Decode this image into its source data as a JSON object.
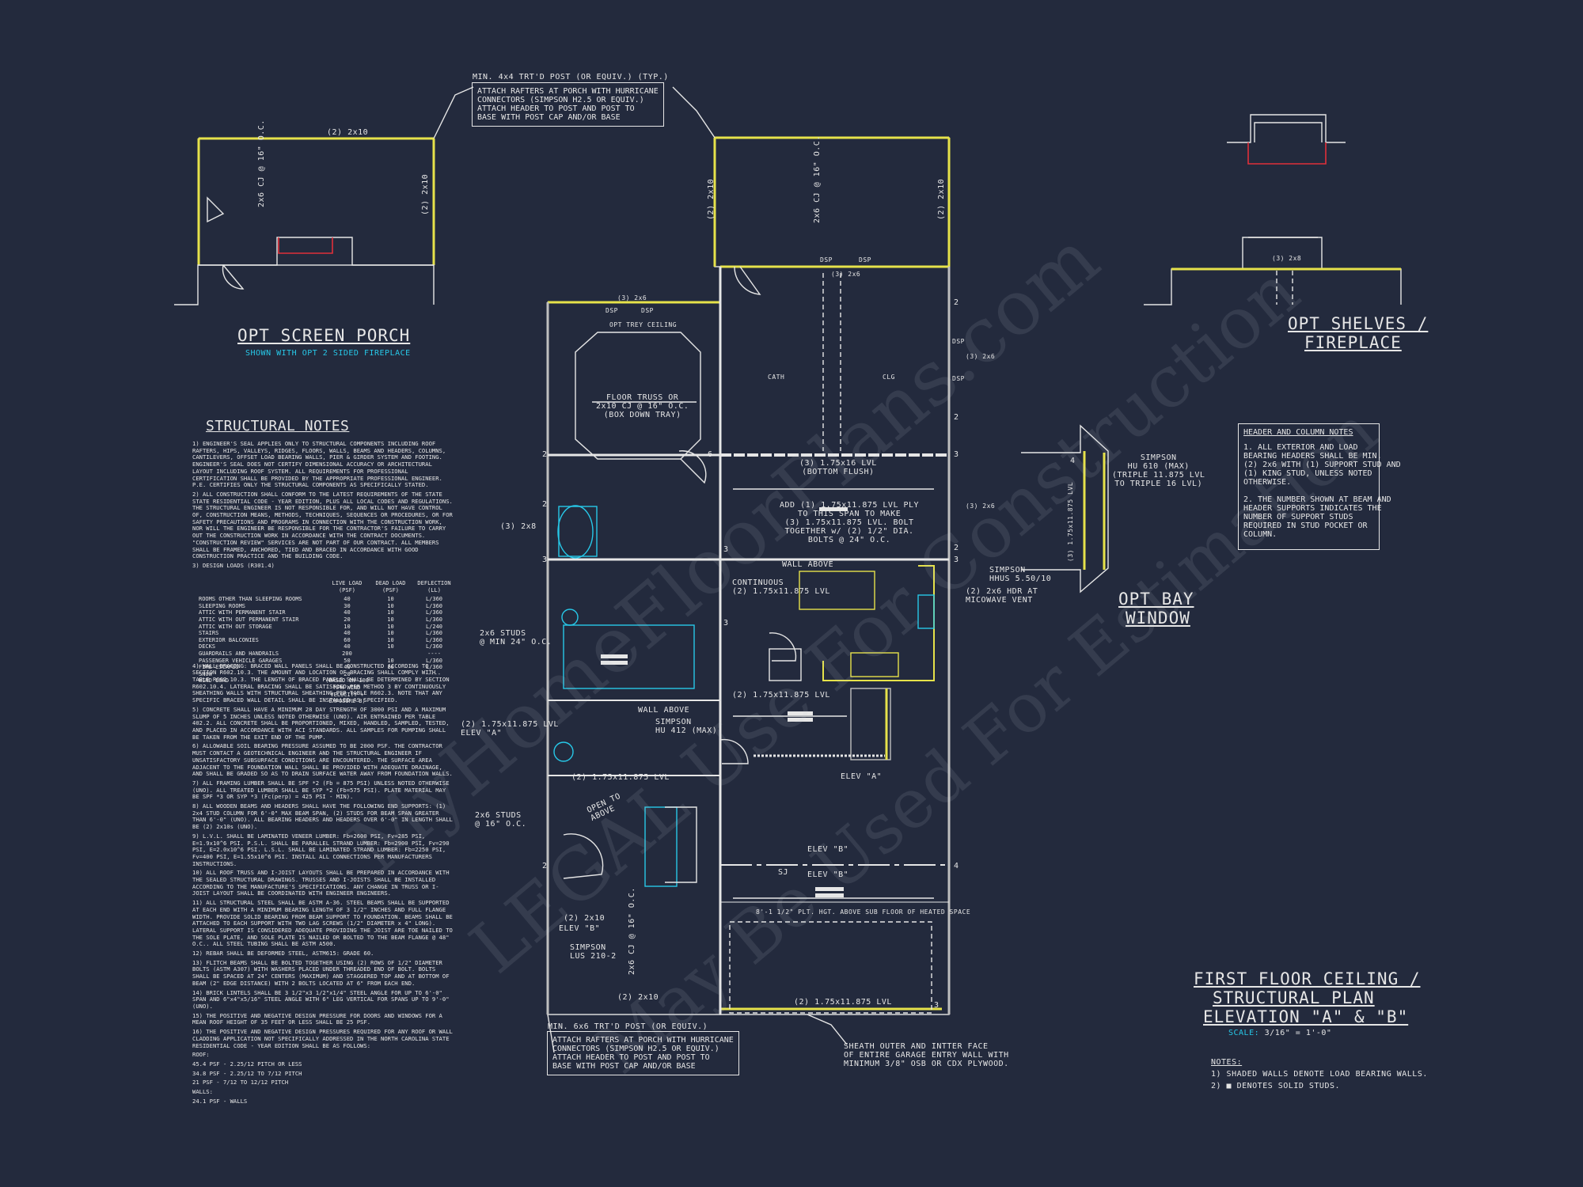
{
  "titles": {
    "screen_porch": "OPT SCREEN PORCH",
    "screen_porch_sub": "SHOWN WITH OPT 2 SIDED FIREPLACE",
    "shelves_line1": "OPT SHELVES /",
    "shelves_line2": "FIREPLACE",
    "bay_line1": "OPT BAY",
    "bay_line2": "WINDOW",
    "plan_line1": "FIRST FLOOR CEILING /",
    "plan_line2": "STRUCTURAL PLAN",
    "plan_line3": "ELEVATION \"A\" & \"B\"",
    "scale_label": "SCALE:",
    "scale_value": "3/16\" = 1'-0\""
  },
  "callouts": {
    "post_top": "MIN. 4x4 TRT'D POST (OR EQUIV.) (TYP.)",
    "post_top_box": "ATTACH RAFTERS AT PORCH WITH HURRICANE\nCONNECTORS (SIMPSON H2.5 OR EQUIV.)\nATTACH HEADER TO POST AND POST TO\nBASE WITH POST CAP AND/OR BASE",
    "post_bottom": "MIN. 6x6 TRT'D POST (OR EQUIV.)",
    "post_bottom_box": "ATTACH RAFTERS AT PORCH WITH HURRICANE\nCONNECTORS (SIMPSON H2.5 OR EQUIV.)\nATTACH HEADER TO POST AND POST TO\nBASE WITH POST CAP AND/OR BASE",
    "sheath": "SHEATH OUTER AND INTTER FACE\nOF ENTIRE GARAGE ENTRY WALL WITH\nMINIMUM 3/8\" OSB OR CDX PLYWOOD."
  },
  "header_notes": {
    "title": "HEADER AND COLUMN NOTES",
    "body": "1. ALL EXTERIOR AND LOAD\nBEARING HEADERS SHALL BE MIN.\n(2) 2x6 WITH (1) SUPPORT STUD AND\n(1) KING STUD, UNLESS NOTED\nOTHERWISE.\n\n2. THE NUMBER SHOWN AT BEAM AND\nHEADER SUPPORTS INDICATES THE\nNUMBER OF SUPPORT STUDS\nREQUIRED IN STUD POCKET OR\nCOLUMN."
  },
  "legend_notes": {
    "title": "NOTES:",
    "line1": "1) SHADED WALLS DENOTE LOAD BEARING WALLS.",
    "line2": "2) ■ DENOTES SOLID STUDS."
  },
  "structural_notes": {
    "title": "STRUCTURAL NOTES",
    "items": [
      "1) ENGINEER'S SEAL APPLIES ONLY TO STRUCTURAL COMPONENTS INCLUDING ROOF RAFTERS, HIPS, VALLEYS, RIDGES, FLOORS, WALLS, BEAMS AND HEADERS, COLUMNS, CANTILEVERS, OFFSET LOAD BEARING WALLS, PIER & GIRDER SYSTEM AND FOOTING. ENGINEER'S SEAL DOES NOT CERTIFY DIMENSIONAL ACCURACY OR ARCHITECTURAL LAYOUT INCLUDING ROOF SYSTEM. ALL REQUIREMENTS FOR PROFESSIONAL CERTIFICATION SHALL BE PROVIDED BY THE APPROPRIATE PROFESSIONAL ENGINEER. P.E. CERTIFIES ONLY THE STRUCTURAL COMPONENTS AS SPECIFICALLY STATED.",
      "2) ALL CONSTRUCTION SHALL CONFORM TO THE LATEST REQUIREMENTS OF THE STATE STATE RESIDENTIAL CODE - YEAR EDITION, PLUS ALL LOCAL CODES AND REGULATIONS. THE STRUCTURAL ENGINEER IS NOT RESPONSIBLE FOR, AND WILL NOT HAVE CONTROL OF, CONSTRUCTION MEANS, METHODS, TECHNIQUES, SEQUENCES OR PROCEDURES, OR FOR SAFETY PRECAUTIONS AND PROGRAMS IN CONNECTION WITH THE CONSTRUCTION WORK, NOR WILL THE ENGINEER BE RESPONSIBLE FOR THE CONTRACTOR'S FAILURE TO CARRY OUT THE CONSTRUCTION WORK IN ACCORDANCE WITH THE CONTRACT DOCUMENTS. \"CONSTRUCTION REVIEW\" SERVICES ARE NOT PART OF OUR CONTRACT. ALL MEMBERS SHALL BE FRAMED, ANCHORED, TIED AND BRACED IN ACCORDANCE WITH GOOD CONSTRUCTION PRACTICE AND THE BUILDING CODE.",
      "3) DESIGN LOADS (R301.4)",
      "4) WALL BRACING: BRACED WALL PANELS SHALL BE CONSTRUCTED ACCORDING TO SECTION R602.10.3. THE AMOUNT AND LOCATION OF BRACING SHALL COMPLY WITH TABLE R602.10.3. THE LENGTH OF BRACED PANELS SHALL BE DETERMINED BY SECTION R602.10.4. LATERAL BRACING SHALL BE SATISFIED PER METHOD 3 BY CONTINUOUSLY SHEATHING WALLS WITH STRUCTURAL SHEATHING PER TABLE R602.3. NOTE THAT ANY SPECIFIC BRACED WALL DETAIL SHALL BE INSTALLED AS SPECIFIED.",
      "5) CONCRETE SHALL HAVE A MINIMUM 28 DAY STRENGTH OF 3000 PSI AND A MAXIMUM SLUMP OF 5 INCHES UNLESS NOTED OTHERWISE (UNO). AIR ENTRAINED PER TABLE 402.2. ALL CONCRETE SHALL BE PROPORTIONED, MIXED, HANDLED, SAMPLED, TESTED, AND PLACED IN ACCORDANCE WITH ACI STANDARDS. ALL SAMPLES FOR PUMPING SHALL BE TAKEN FROM THE EXIT END OF THE PUMP.",
      "6) ALLOWABLE SOIL BEARING PRESSURE ASSUMED TO BE 2000 PSF. THE CONTRACTOR MUST CONTACT A GEOTECHNICAL ENGINEER AND THE STRUCTURAL ENGINEER IF UNSATISFACTORY SUBSURFACE CONDITIONS ARE ENCOUNTERED. THE SURFACE AREA ADJACENT TO THE FOUNDATION WALL SHALL BE PROVIDED WITH ADEQUATE DRAINAGE, AND SHALL BE GRADED SO AS TO DRAIN SURFACE WATER AWAY FROM FOUNDATION WALLS.",
      "7) ALL FRAMING LUMBER SHALL BE SPF *2 (Fb = 875 PSI) UNLESS NOTED OTHERWISE (UNO). ALL TREATED LUMBER SHALL BE SYP *2 (Fb=575 PSI). PLATE MATERIAL MAY BE SPF *3 OR SYP *3 (Fc(perp) = 425 PSI - MIN).",
      "8) ALL WOODEN BEAMS AND HEADERS SHALL HAVE THE FOLLOWING END SUPPORTS: (1) 2x4 STUD COLUMN FOR 6'-0\" MAX BEAM SPAN, (2) STUDS FOR BEAM SPAN GREATER THAN 6'-0\" (UNO). ALL BEARING HEADERS AND HEADERS OVER 6'-0\" IN LENGTH SHALL BE (2) 2x10s (UNO).",
      "9) L.V.L. SHALL BE LAMINATED VENEER LUMBER: Fb=2600 PSI, Fv=285 PSI, E=1.9x10^6 PSI. P.S.L. SHALL BE PARALLEL STRAND LUMBER: Fb=2900 PSI, Fv=290 PSI, E=2.0x10^6 PSI. L.S.L. SHALL BE LAMINATED STRAND LUMBER: Fb=2250 PSI, Fv=400 PSI, E=1.55x10^6 PSI. INSTALL ALL CONNECTIONS PER MANUFACTURERS INSTRUCTIONS.",
      "10) ALL ROOF TRUSS AND I-JOIST LAYOUTS SHALL BE PREPARED IN ACCORDANCE WITH THE SEALED STRUCTURAL DRAWINGS. TRUSSES AND I-JOISTS SHALL BE INSTALLED ACCORDING TO THE MANUFACTURE'S SPECIFICATIONS. ANY CHANGE IN TRUSS OR I-JOIST LAYOUT SHALL BE COORDINATED WITH ENGINEER ENGINEERS.",
      "11) ALL STRUCTURAL STEEL SHALL BE ASTM A-36. STEEL BEAMS SHALL BE SUPPORTED AT EACH END WITH A MINIMUM BEARING LENGTH OF 3 1/2\" INCHES AND FULL FLANGE WIDTH. PROVIDE SOLID BEARING FROM BEAM SUPPORT TO FOUNDATION. BEAMS SHALL BE ATTACHED TO EACH SUPPORT WITH TWO LAG SCREWS (1/2\" DIAMETER x 4\" LONG). LATERAL SUPPORT IS CONSIDERED ADEQUATE PROVIDING THE JOIST ARE TOE NAILED TO THE SOLE PLATE, AND SOLE PLATE IS NAILED OR BOLTED TO THE BEAM FLANGE @ 48\" O.C.. ALL STEEL TUBING SHALL BE ASTM A500.",
      "12) REBAR SHALL BE DEFORMED STEEL, ASTM615: GRADE 60.",
      "13) FLITCH BEAMS SHALL BE BOLTED TOGETHER USING (2) ROWS OF 1/2\" DIAMETER BOLTS (ASTM A307) WITH WASHERS PLACED UNDER THREADED END OF BOLT. BOLTS SHALL BE SPACED AT 24\" CENTERS (MAXIMUM) AND STAGGERED TOP AND AT BOTTOM OF BEAM (2\" EDGE DISTANCE) WITH 2 BOLTS LOCATED AT 6\" FROM EACH END.",
      "14) BRICK LINTELS SHALL BE 3 1/2\"x3 1/2\"x1/4\" STEEL ANGLE FOR UP TO 6'-0\" SPAN AND 6\"x4\"x5/16\" STEEL ANGLE WITH 6\" LEG VERTICAL FOR SPANS UP TO 9'-0\" (UNO).",
      "15) THE POSITIVE AND NEGATIVE DESIGN PRESSURE FOR DOORS AND WINDOWS FOR A MEAN ROOF HEIGHT OF 35 FEET OR LESS SHALL BE 25 PSF.",
      "16) THE POSITIVE AND NEGATIVE DESIGN PRESSURES REQUIRED FOR ANY ROOF OR WALL CLADDING APPLICATION NOT SPECIFICALLY ADDRESSED IN THE NORTH CAROLINA STATE RESIDENTIAL CODE - YEAR EDITION SHALL BE AS FOLLOWS:",
      "ROOF:",
      "45.4 PSF - 2.25/12 PITCH OR LESS",
      "34.8 PSF - 2.25/12 TO 7/12 PITCH",
      "21 PSF - 7/12 TO 12/12 PITCH",
      "WALLS:",
      "24.1 PSF - WALLS"
    ]
  },
  "design_loads": {
    "headers": [
      "",
      "LIVE LOAD (PSF)",
      "DEAD LOAD (PSF)",
      "DEFLECTION (LL)"
    ],
    "rows": [
      [
        "ROOMS OTHER THAN SLEEPING ROOMS",
        "40",
        "10",
        "L/360"
      ],
      [
        "SLEEPING ROOMS",
        "30",
        "10",
        "L/360"
      ],
      [
        "ATTIC WITH PERMANENT STAIR",
        "40",
        "10",
        "L/360"
      ],
      [
        "ATTIC WITH OUT PERMANENT STAIR",
        "20",
        "10",
        "L/360"
      ],
      [
        "ATTIC WITH OUT STORAGE",
        "10",
        "10",
        "L/240"
      ],
      [
        "STAIRS",
        "40",
        "10",
        "L/360"
      ],
      [
        "EXTERIOR BALCONIES",
        "60",
        "10",
        "L/360"
      ],
      [
        "DECKS",
        "40",
        "10",
        "L/360"
      ],
      [
        "GUARDRAILS AND HANDRAILS",
        "200",
        "",
        "----"
      ],
      [
        "PASSENGER VEHICLE GARAGES",
        "50",
        "10",
        "L/360"
      ],
      [
        "FIRE ESCAPES",
        "40",
        "10",
        "L/360"
      ],
      [
        "SNOW",
        "20",
        "",
        "----"
      ],
      [
        "WIND LOAD",
        "(BASED ON 100 MPH WIND VELOCITY + EXPOSURE B)",
        "",
        ""
      ]
    ]
  },
  "labels": {
    "porch_top": "(2) 2x10",
    "porch_cj": "2x6 CJ @ 16\" O.C.",
    "porch_right": "(2) 2x10",
    "main_top_left": "(2) 2x10",
    "main_cj": "2x6 CJ @ 16\" O.C.",
    "main_top_right": "(2) 2x10",
    "dsp": "DSP",
    "h_3_2x6": "(3) 2x6",
    "opt_tray": "OPT TREY CEILING",
    "floor_truss": "FLOOR TRUSS OR\n2x10 CJ @ 16\" O.C.\n(BOX DOWN TRAY)",
    "cath": "CATH",
    "clg": "CLG",
    "lvl_bottom": "(3) 1.75x16 LVL\n(BOTTOM FLUSH)",
    "add_ply": "ADD (1) 1.75x11.875 LVL PLY\nTO THIS SPAN TO MAKE\n(3) 1.75x11.875 LVL. BOLT\nTOGETHER w/ (2) 1/2\" DIA.\nBOLTS @ 24\" O.C.",
    "wall_above": "WALL ABOVE",
    "continuous": "CONTINUOUS\n(2) 1.75x11.875 LVL",
    "hdr_micro": "(2) 2x6 HDR AT\nMICOWAVE VENT",
    "h_3_2x8": "(3) 2x8",
    "studs_24": "2x6 STUDS\n@ MIN 24\" O.C.",
    "lvl_2_mid": "(2) 1.75x11.875 LVL",
    "lvl_elev_a": "(2) 1.75x11.875 LVL\nELEV \"A\"",
    "wall_above2": "WALL ABOVE",
    "simpson_hu412": "SIMPSON\nHU 412 (MAX)",
    "lvl_2_low": "(2) 1.75x11.875 LVL",
    "elev_a": "ELEV \"A\"",
    "studs_16": "2x6 STUDS\n@ 16\" O.C.",
    "open_above": "OPEN TO\nABOVE",
    "elev_b1": "ELEV \"B\"",
    "sj": "SJ",
    "elev_b2": "ELEV \"B\"",
    "flr_note": "8'-1 1/2\" PLT. HGT. ABOVE SUB FLOOR OF HEATED SPACE",
    "h_2x10_elevb": "(2) 2x10",
    "elev_b3": "ELEV \"B\"",
    "simpson_lus": "SIMPSON\nLUS 210-2",
    "cj_garage": "2x6 CJ @ 16\" O.C.",
    "bottom_2x10": "(2) 2x10",
    "bottom_lvl": "(2) 1.75x11.875 LVL",
    "bay_simpson": "SIMPSON\nHU 610 (MAX)\n(TRIPLE 11.875 LVL\nTO TRIPLE 16 LVL)",
    "bay_lvl": "(3) 1.75x11.875 LVL",
    "bay_hhus": "SIMPSON\nHHUS 5.50/10",
    "shelves_hdr": "(3) 2x8"
  },
  "watermark": {
    "line1": "MyHomeFloorPlans.com",
    "line2": "LEGAL Use For Construction",
    "line3": "May Be Used For Estimation"
  },
  "colors": {
    "background": "#232a3d",
    "lines": "#e6e6e6",
    "yellow": "#e6e24a",
    "cyan": "#27c8e8",
    "red": "#e0303a"
  }
}
